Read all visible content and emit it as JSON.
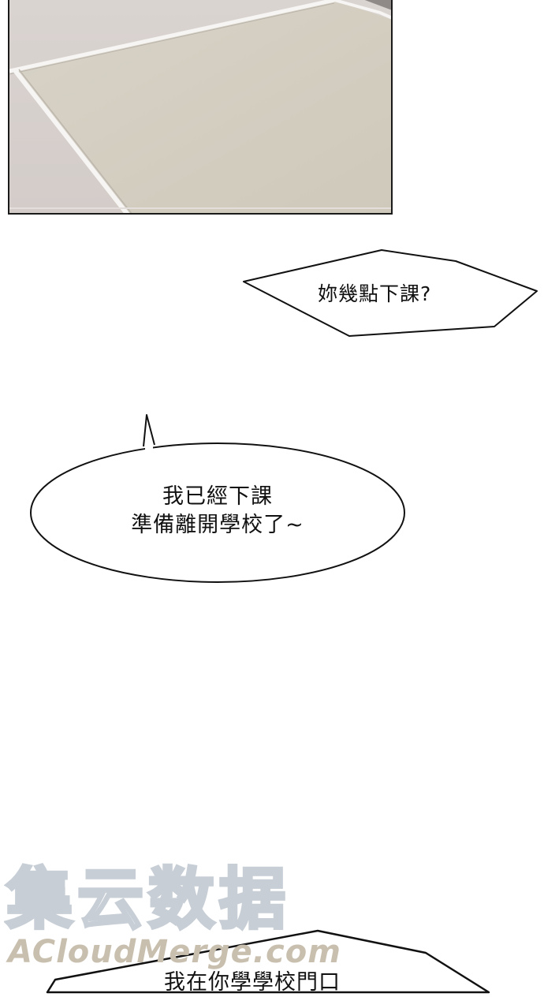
{
  "panel": {
    "description": "floor-tiles-closeup",
    "colors": {
      "tile_main": "#d3cdbf",
      "tile_side": "#d8d2cf",
      "grout": "#f4f3f1",
      "border": "#1a1a1a",
      "corner_shadow": "#8f8a88"
    }
  },
  "bubbles": [
    {
      "id": "question",
      "shape": "hexagon",
      "text": "妳幾點下課?"
    },
    {
      "id": "answer",
      "shape": "ellipse",
      "text": "我已經下課\n準備離開學校了~"
    },
    {
      "id": "partial",
      "shape": "polygon",
      "text": "我在你學學校門口"
    }
  ],
  "watermark": {
    "cn": "集云数据",
    "en": "ACloudMerge.com",
    "colors": {
      "cn_outline": "#c5ccd4",
      "en_fill": "#c8bfae"
    }
  }
}
